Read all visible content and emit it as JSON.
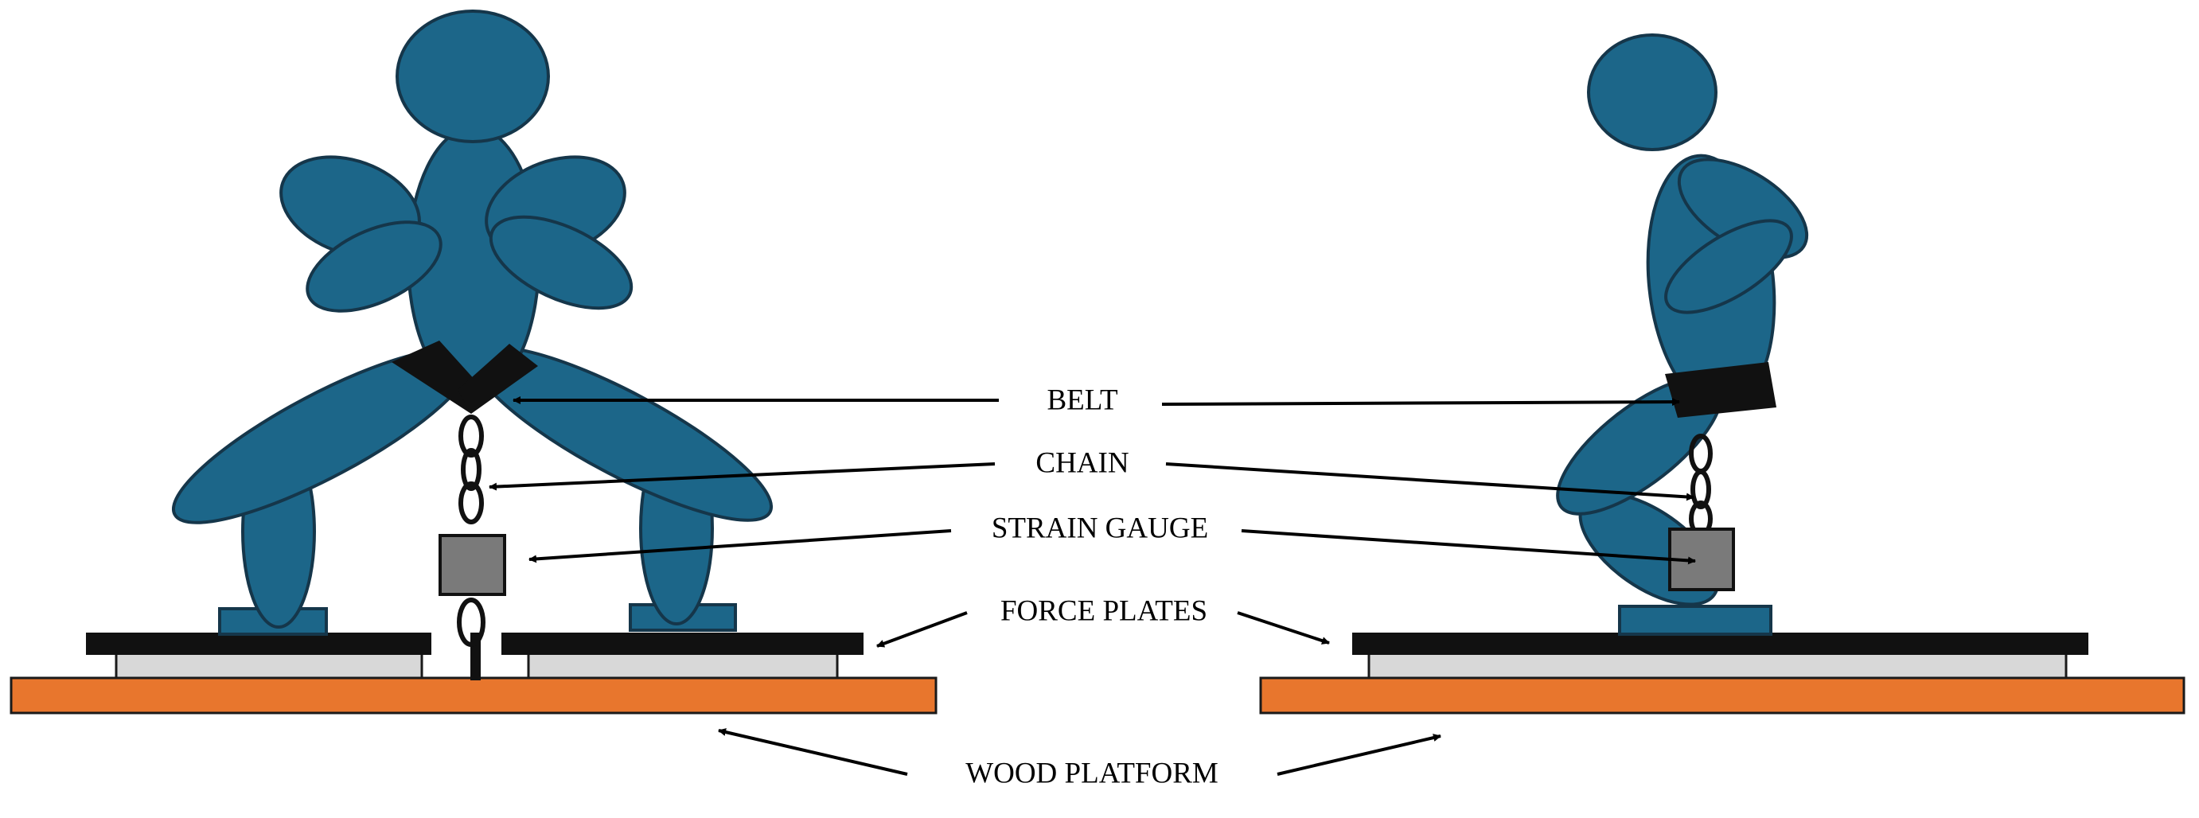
{
  "labels": {
    "belt": "BELT",
    "chain": "CHAIN",
    "strain_gauge": "STRAIN GAUGE",
    "force_plates": "FORCE PLATES",
    "wood_platform": "WOOD PLATFORM"
  },
  "colors": {
    "body": "#1c6689",
    "belt": "#111111",
    "gauge": "#7a7a7a",
    "platform": "#e8762d",
    "plate_top": "#111111",
    "plate_base": "#d8d8d8"
  }
}
